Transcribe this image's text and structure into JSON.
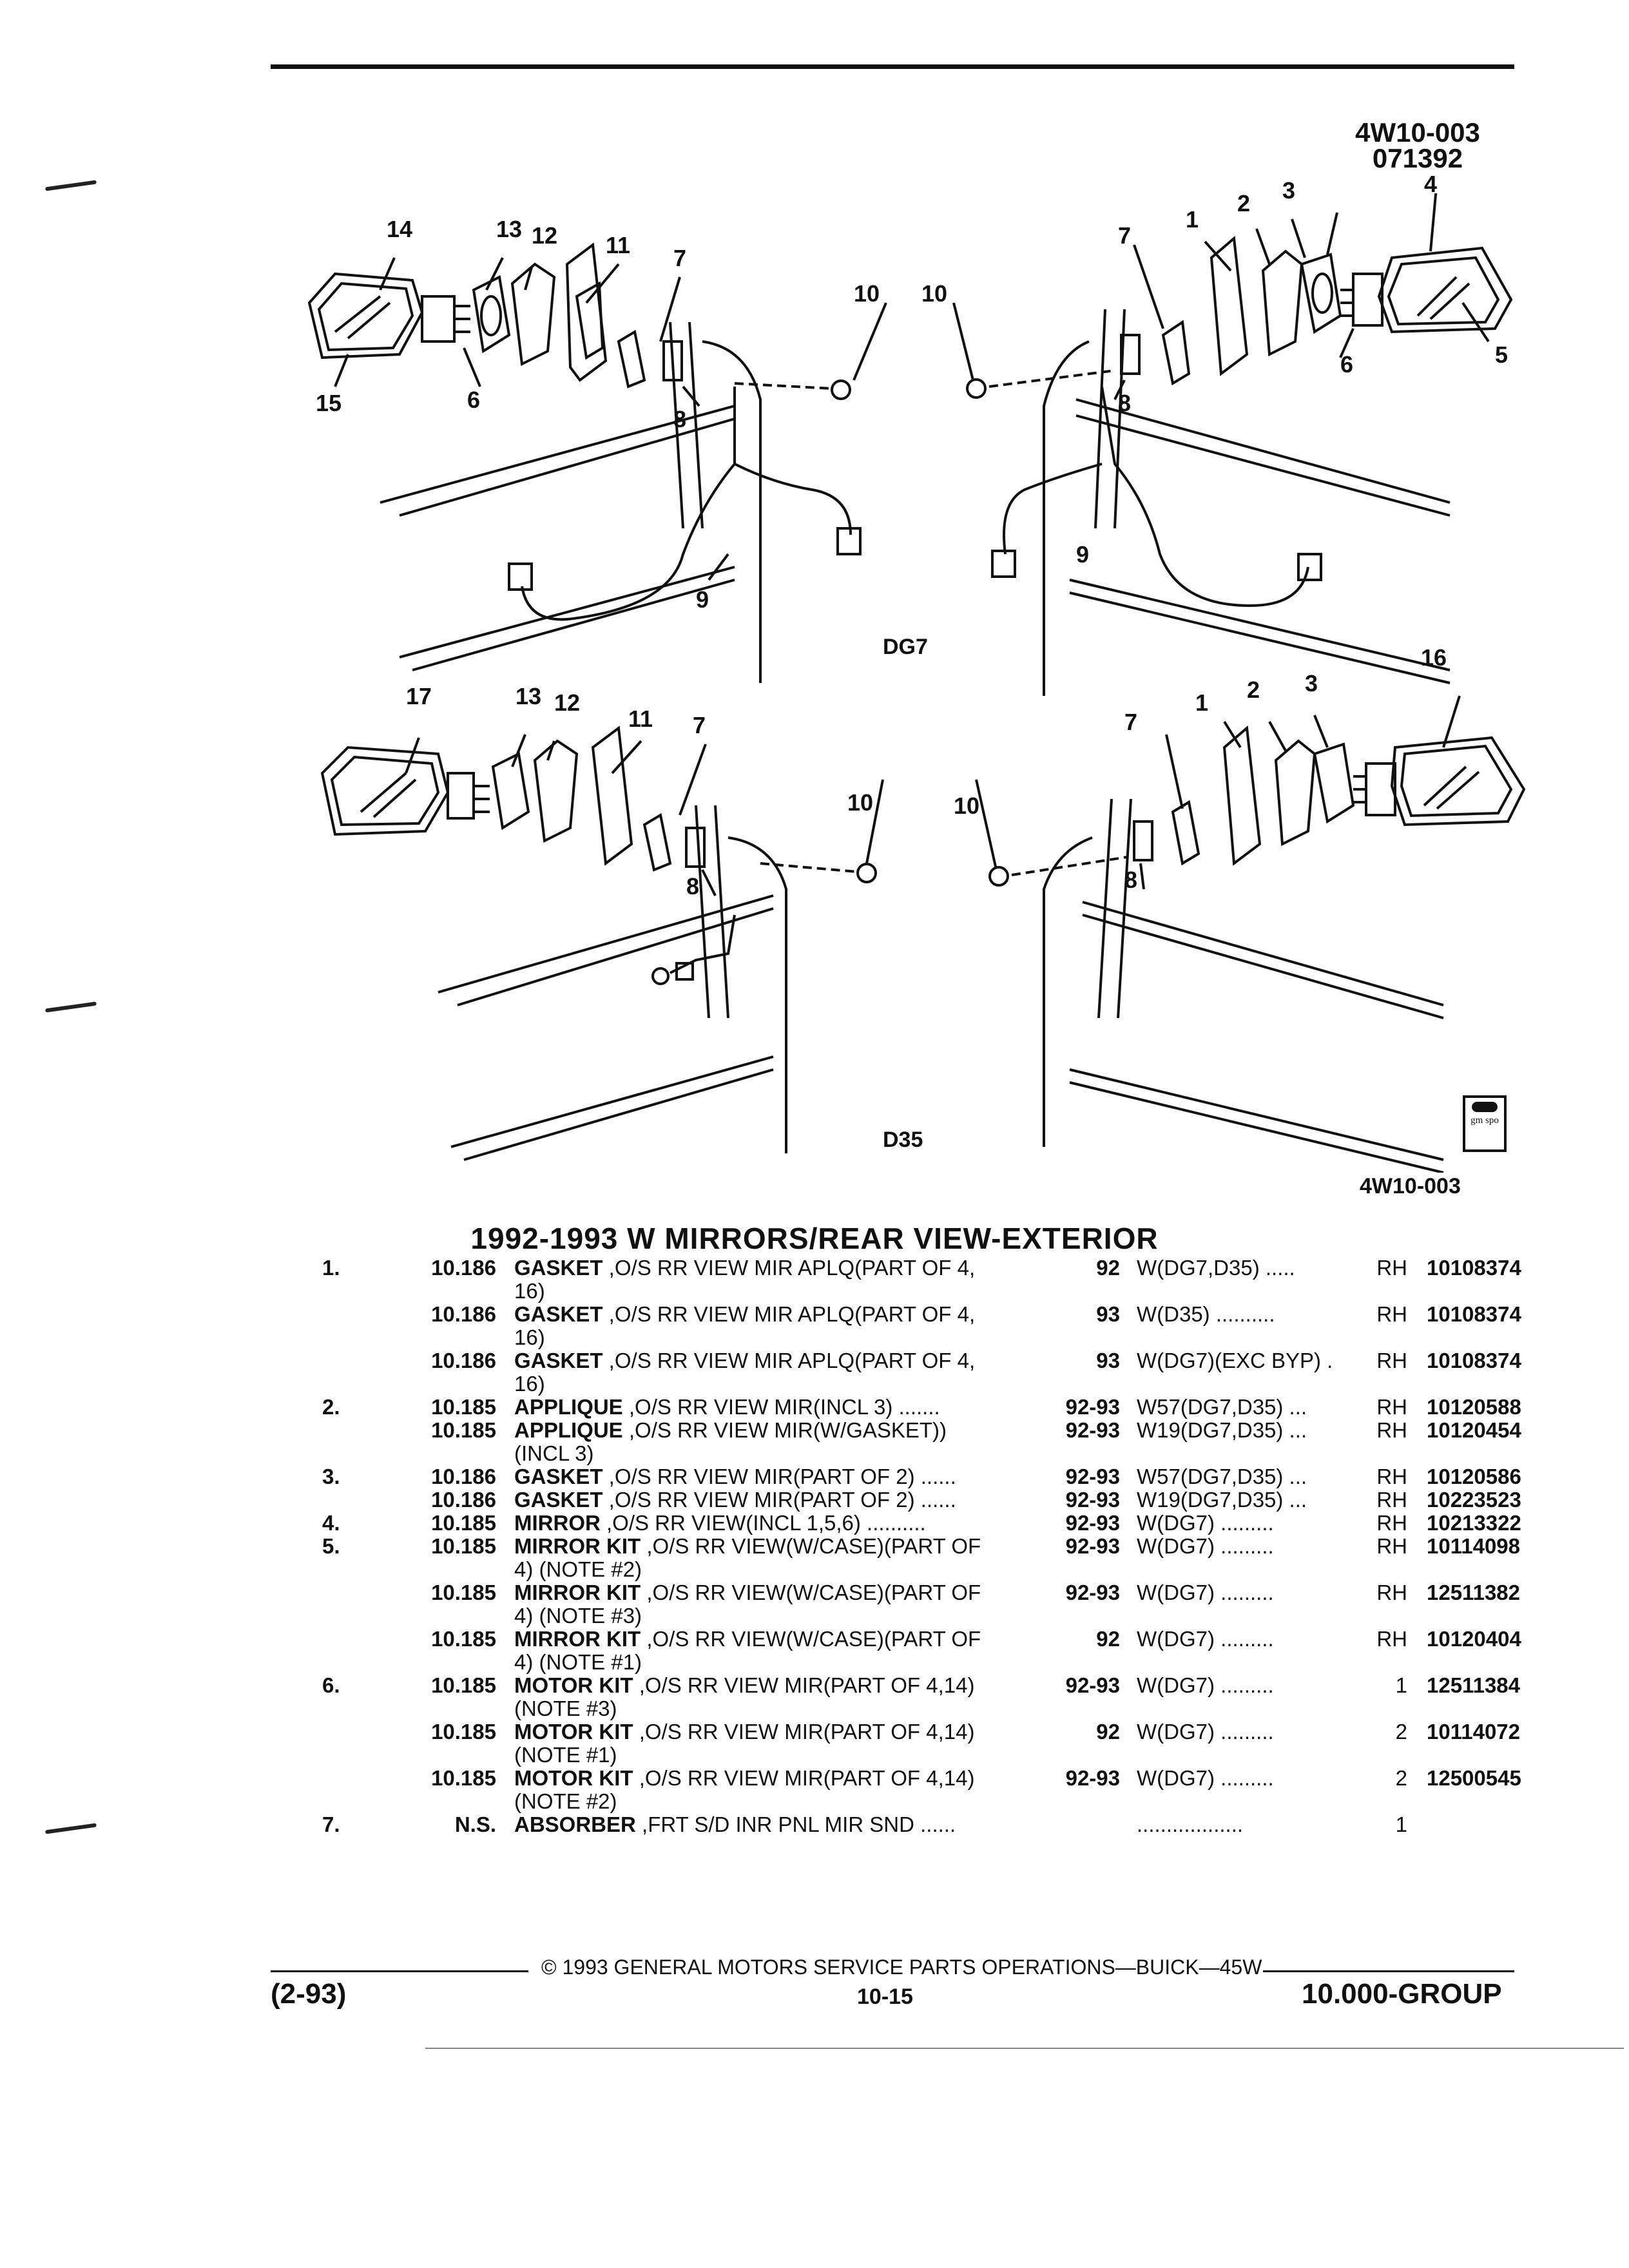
{
  "header": {
    "illustration_ref": "4W10-003",
    "illustration_date": "071392"
  },
  "diagram": {
    "variant_labels": [
      "DG7",
      "D35"
    ],
    "bottom_ref": "4W10-003",
    "logo_text": "gm spo",
    "callouts_top_left": [
      "14",
      "13",
      "12",
      "11",
      "7",
      "10",
      "15",
      "6",
      "8",
      "9"
    ],
    "callouts_top_right": [
      "1",
      "2",
      "3",
      "4",
      "7",
      "10",
      "5",
      "6",
      "8",
      "9"
    ],
    "callouts_bottom_left": [
      "17",
      "13",
      "12",
      "11",
      "7",
      "10",
      "8"
    ],
    "callouts_bottom_right": [
      "16",
      "7",
      "1",
      "2",
      "3",
      "10",
      "8"
    ]
  },
  "section_title": "1992-1993 W MIRRORS/REAR VIEW-EXTERIOR",
  "parts": [
    {
      "idx": "1.",
      "grp": "10.186",
      "name": "GASKET",
      "desc": " ,O/S RR VIEW MIR APLQ(PART OF 4,",
      "desc2": "16)",
      "yr": "92",
      "app": "W(DG7,D35)  .....",
      "side": "RH",
      "pn": "10108374"
    },
    {
      "idx": "",
      "grp": "10.186",
      "name": "GASKET",
      "desc": " ,O/S RR VIEW MIR APLQ(PART OF 4,",
      "desc2": "16)",
      "yr": "93",
      "app": "W(D35) ..........",
      "side": "RH",
      "pn": "10108374"
    },
    {
      "idx": "",
      "grp": "10.186",
      "name": "GASKET",
      "desc": " ,O/S RR VIEW MIR APLQ(PART OF 4,",
      "desc2": "16)",
      "yr": "93",
      "app": "W(DG7)(EXC BYP) .",
      "side": "RH",
      "pn": "10108374"
    },
    {
      "idx": "2.",
      "grp": "10.185",
      "name": "APPLIQUE",
      "desc": " ,O/S RR VIEW MIR(INCL 3)  .......",
      "desc2": "",
      "yr": "92-93",
      "app": "W57(DG7,D35) ...",
      "side": "RH",
      "pn": "10120588"
    },
    {
      "idx": "",
      "grp": "10.185",
      "name": "APPLIQUE",
      "desc": " ,O/S RR VIEW MIR(W/GASKET))",
      "desc2": "(INCL 3)",
      "yr": "92-93",
      "app": "W19(DG7,D35) ...",
      "side": "RH",
      "pn": "10120454"
    },
    {
      "idx": "3.",
      "grp": "10.186",
      "name": "GASKET",
      "desc": " ,O/S RR VIEW MIR(PART OF 2)  ......",
      "desc2": "",
      "yr": "92-93",
      "app": "W57(DG7,D35) ...",
      "side": "RH",
      "pn": "10120586"
    },
    {
      "idx": "",
      "grp": "10.186",
      "name": "GASKET",
      "desc": " ,O/S RR VIEW MIR(PART OF 2)  ......",
      "desc2": "",
      "yr": "92-93",
      "app": "W19(DG7,D35) ...",
      "side": "RH",
      "pn": "10223523"
    },
    {
      "idx": "4.",
      "grp": "10.185",
      "name": "MIRROR",
      "desc": " ,O/S RR VIEW(INCL 1,5,6)  ..........",
      "desc2": "",
      "yr": "92-93",
      "app": "W(DG7)  .........",
      "side": "RH",
      "pn": "10213322"
    },
    {
      "idx": "5.",
      "grp": "10.185",
      "name": "MIRROR KIT",
      "desc": " ,O/S RR VIEW(W/CASE)(PART OF",
      "desc2": "4) (NOTE #2)",
      "yr": "92-93",
      "app": "W(DG7)  .........",
      "side": "RH",
      "pn": "10114098"
    },
    {
      "idx": "",
      "grp": "10.185",
      "name": "MIRROR KIT",
      "desc": " ,O/S RR VIEW(W/CASE)(PART OF",
      "desc2": "4) (NOTE #3)",
      "yr": "92-93",
      "app": "W(DG7)  .........",
      "side": "RH",
      "pn": "12511382"
    },
    {
      "idx": "",
      "grp": "10.185",
      "name": "MIRROR KIT",
      "desc": " ,O/S RR VIEW(W/CASE)(PART OF",
      "desc2": "4) (NOTE #1)",
      "yr": "92",
      "app": "W(DG7)  .........",
      "side": "RH",
      "pn": "10120404"
    },
    {
      "idx": "6.",
      "grp": "10.185",
      "name": "MOTOR KIT",
      "desc": " ,O/S RR VIEW MIR(PART OF 4,14)",
      "desc2": "(NOTE #3)",
      "yr": "92-93",
      "app": "W(DG7)  .........",
      "side": "1",
      "pn": "12511384"
    },
    {
      "idx": "",
      "grp": "10.185",
      "name": "MOTOR KIT",
      "desc": " ,O/S RR VIEW MIR(PART OF 4,14)",
      "desc2": "(NOTE #1)",
      "yr": "92",
      "app": "W(DG7)  .........",
      "side": "2",
      "pn": "10114072"
    },
    {
      "idx": "",
      "grp": "10.185",
      "name": "MOTOR KIT",
      "desc": " ,O/S RR VIEW MIR(PART OF 4,14)",
      "desc2": "(NOTE #2)",
      "yr": "92-93",
      "app": "W(DG7)  .........",
      "side": "2",
      "pn": "12500545"
    },
    {
      "idx": "7.",
      "grp": "N.S.",
      "name": "ABSORBER",
      "desc": " ,FRT S/D INR PNL MIR SND  ......",
      "desc2": "",
      "yr": "",
      "app": "..................",
      "side": "1",
      "pn": ""
    }
  ],
  "footer": {
    "copyright": "© 1993 GENERAL MOTORS SERVICE PARTS OPERATIONS—BUICK—45W",
    "date_code": "(2-93)",
    "page_number": "10-15",
    "group": "10.000-GROUP"
  }
}
